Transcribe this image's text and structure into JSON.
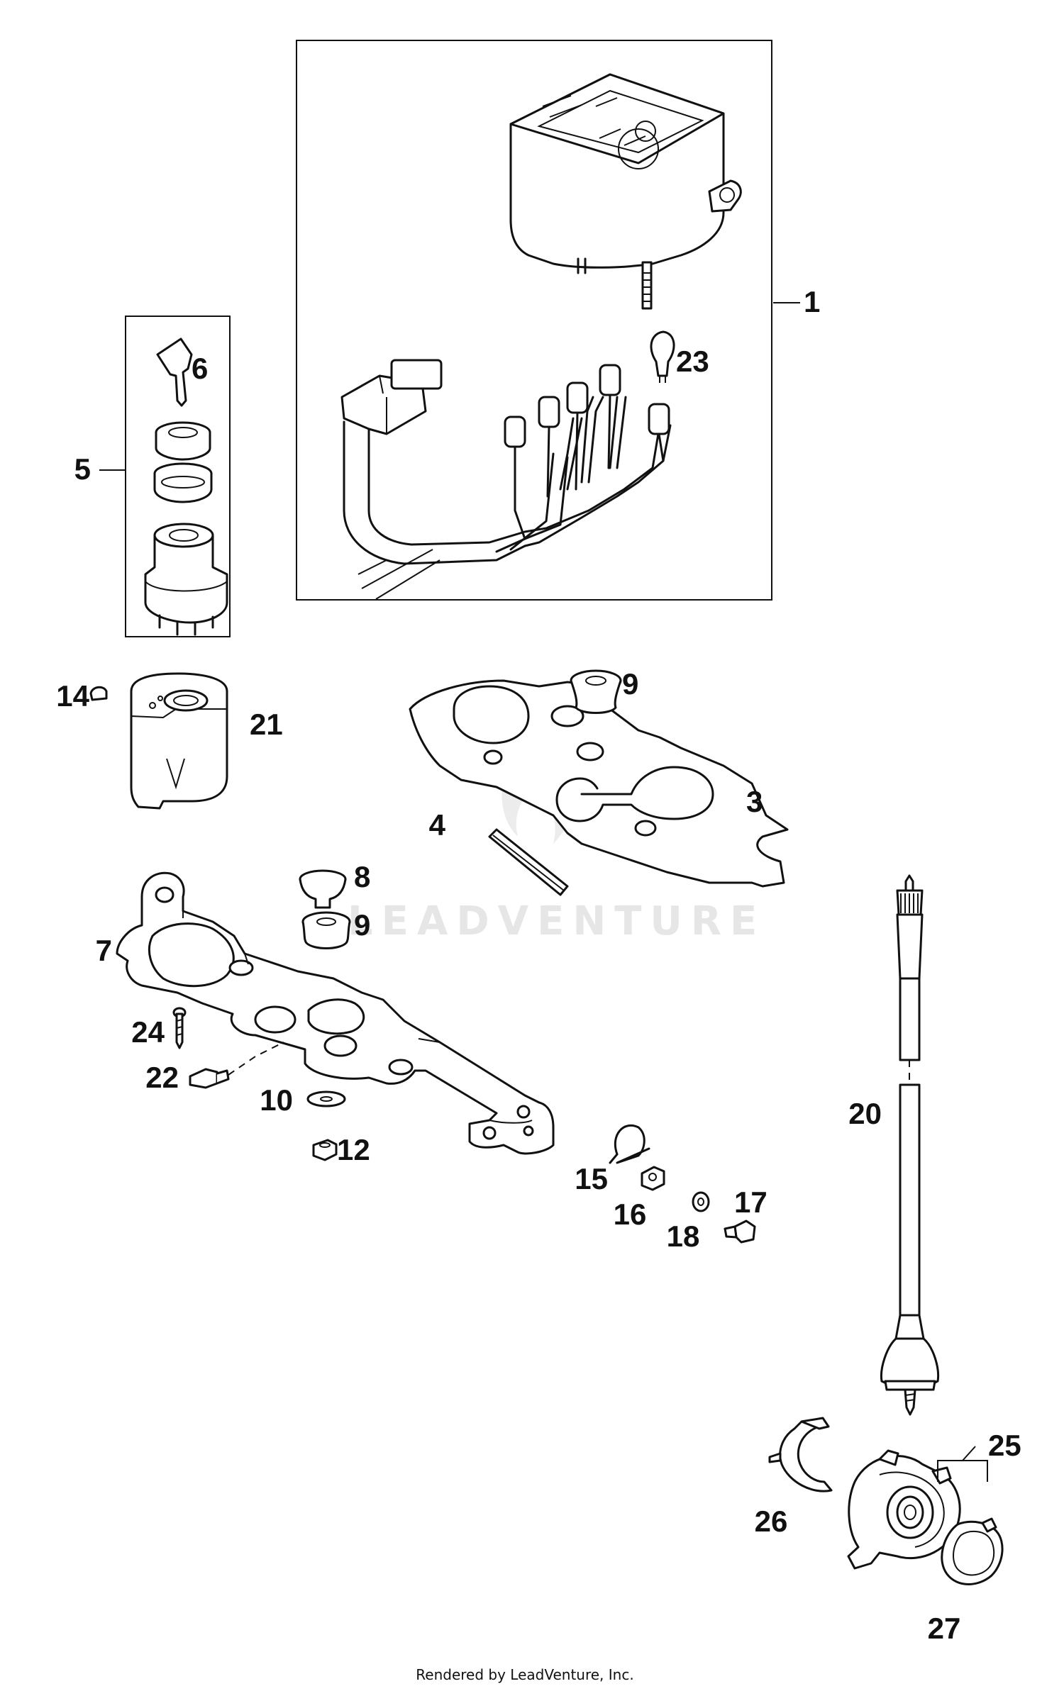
{
  "diagram": {
    "callouts": {
      "c1": "1",
      "c3": "3",
      "c4": "4",
      "c5": "5",
      "c6": "6",
      "c7": "7",
      "c8": "8",
      "c9a": "9",
      "c9b": "9",
      "c10": "10",
      "c12": "12",
      "c14": "14",
      "c15": "15",
      "c16": "16",
      "c17": "17",
      "c18": "18",
      "c20": "20",
      "c21": "21",
      "c22": "22",
      "c23": "23",
      "c24": "24",
      "c25": "25",
      "c26": "26",
      "c27": "27"
    },
    "watermark": "LEADVENTURE",
    "footer": "Rendered by LeadVenture, Inc."
  }
}
